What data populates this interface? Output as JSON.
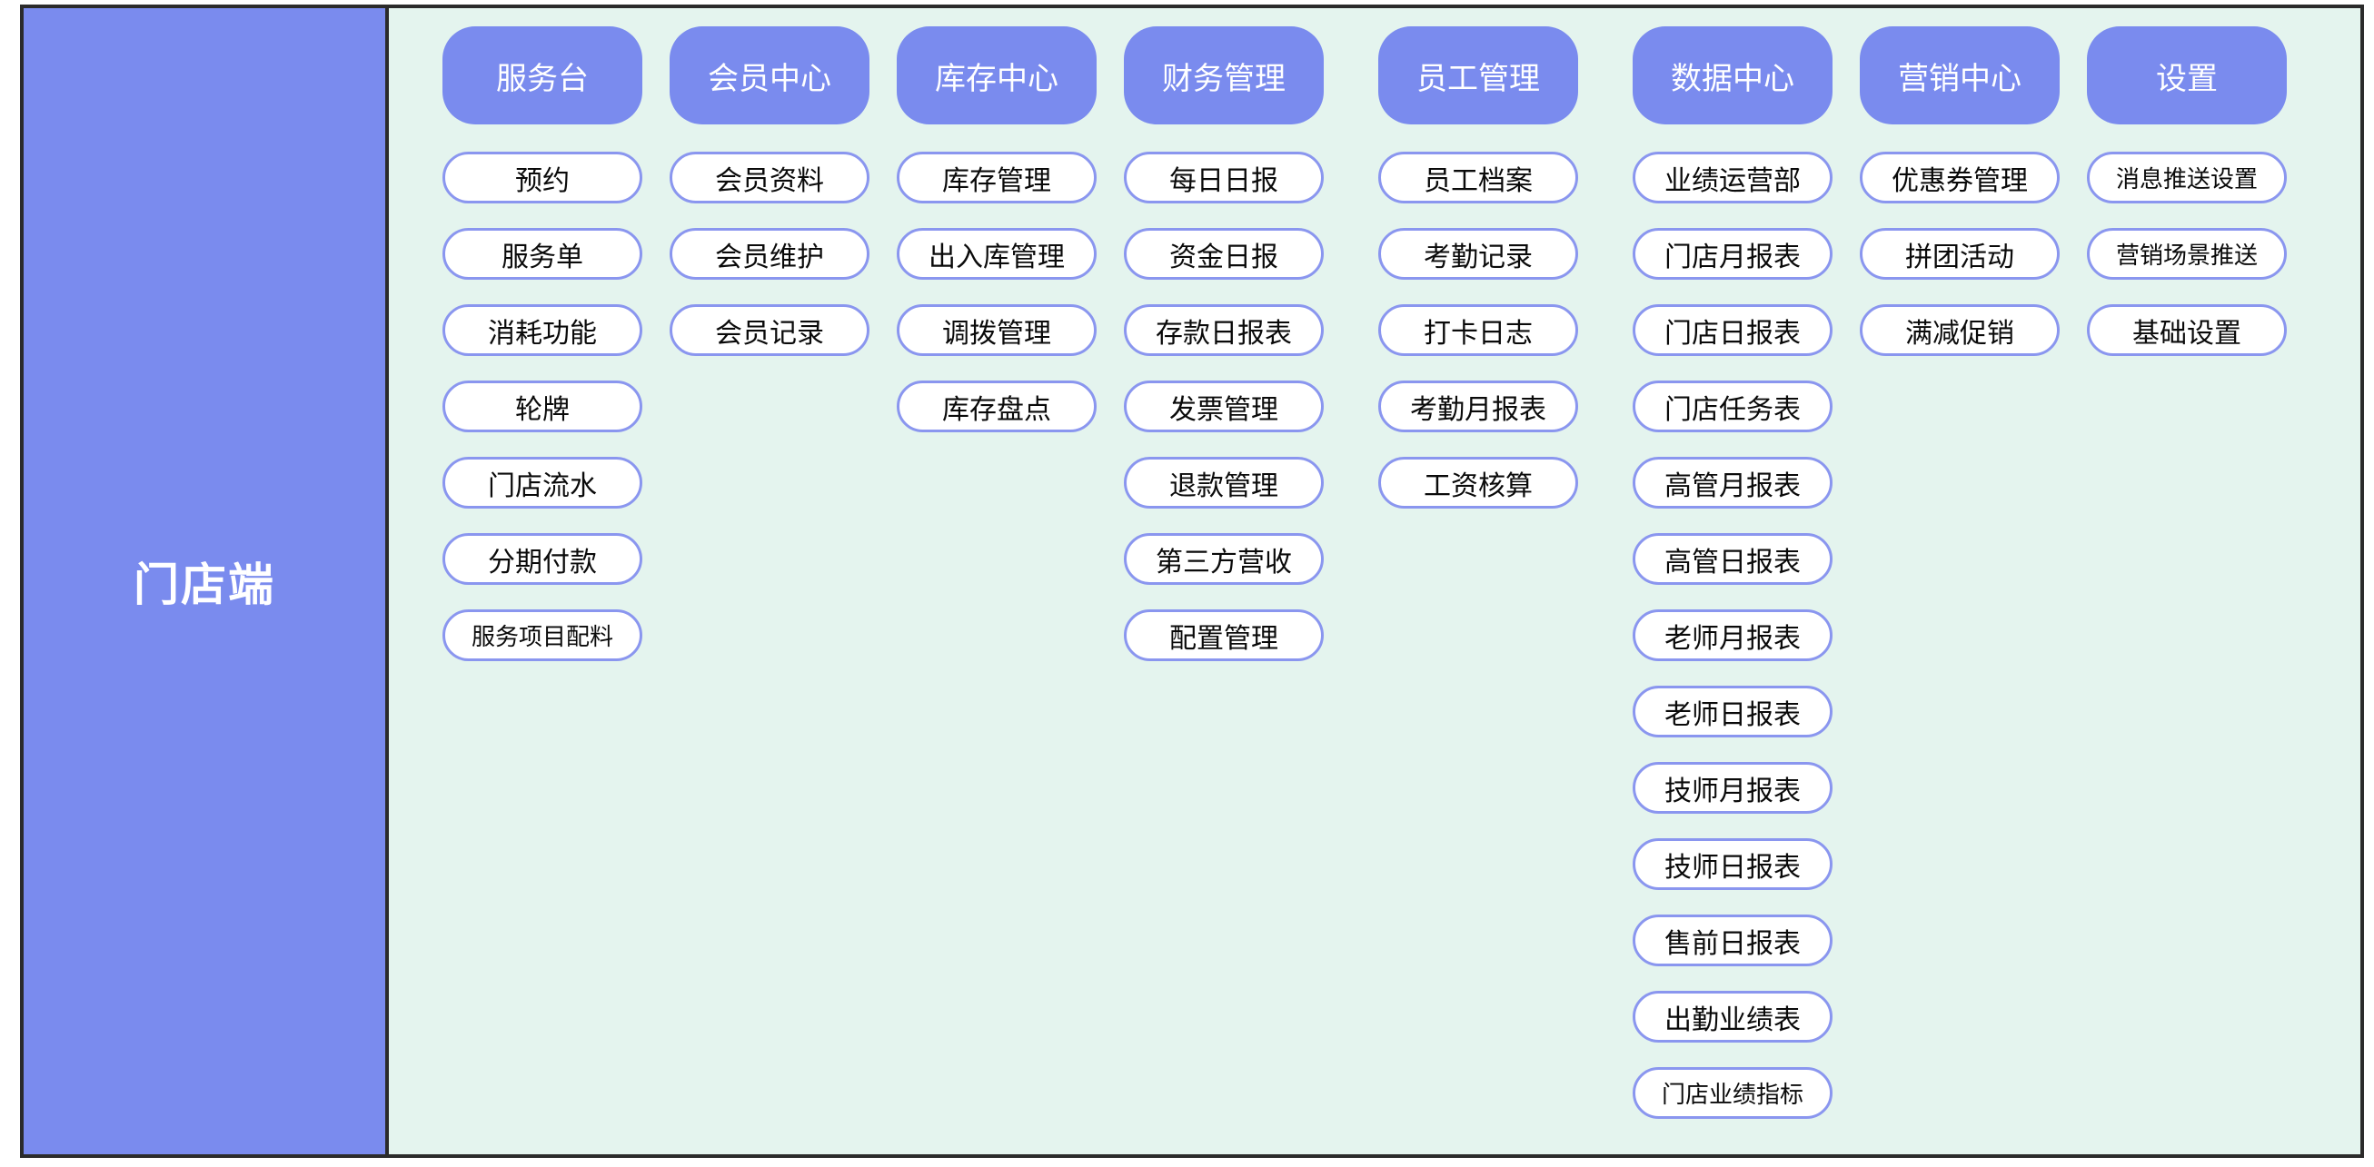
{
  "sidebar": {
    "label": "门店端"
  },
  "columns": [
    {
      "header": "服务台",
      "items": [
        "预约",
        "服务单",
        "消耗功能",
        "轮牌",
        "门店流水",
        "分期付款",
        "服务项目配料"
      ]
    },
    {
      "header": "会员中心",
      "items": [
        "会员资料",
        "会员维护",
        "会员记录"
      ]
    },
    {
      "header": "库存中心",
      "items": [
        "库存管理",
        "出入库管理",
        "调拨管理",
        "库存盘点"
      ]
    },
    {
      "header": "财务管理",
      "items": [
        "每日日报",
        "资金日报",
        "存款日报表",
        "发票管理",
        "退款管理",
        "第三方营收",
        "配置管理"
      ]
    },
    {
      "header": "员工管理",
      "items": [
        "员工档案",
        "考勤记录",
        "打卡日志",
        "考勤月报表",
        "工资核算"
      ]
    },
    {
      "header": "数据中心",
      "items": [
        "业绩运营部",
        "门店月报表",
        "门店日报表",
        "门店任务表",
        "高管月报表",
        "高管日报表",
        "老师月报表",
        "老师日报表",
        "技师月报表",
        "技师日报表",
        "售前日报表",
        "出勤业绩表",
        "门店业绩指标"
      ]
    },
    {
      "header": "营销中心",
      "items": [
        "优惠券管理",
        "拼团活动",
        "满减促销"
      ]
    },
    {
      "header": "设置",
      "items": [
        "消息推送设置",
        "营销场景推送",
        "基础设置"
      ]
    }
  ],
  "colors": {
    "accent": "#7a8bee",
    "pill_border": "#8a96ef",
    "canvas_bg": "#e4f4ee",
    "frame_border": "#2b2b2b"
  }
}
